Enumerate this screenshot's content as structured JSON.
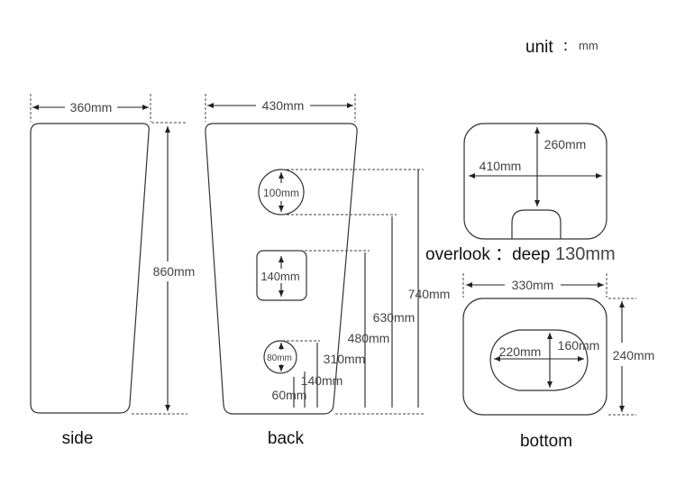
{
  "header": {
    "unit_label": "unit",
    "unit_sep": "：",
    "unit_value": "mm"
  },
  "side_view": {
    "caption": "side",
    "width": "360mm",
    "height": "860mm"
  },
  "back_view": {
    "caption": "back",
    "width": "430mm",
    "hole_top": "100mm",
    "hole_mid": "140mm",
    "hole_low": "80mm",
    "offset_low": "140mm",
    "offset_bottom": "60mm",
    "height_310": "310mm",
    "height_480": "480mm",
    "height_630": "630mm",
    "height_740": "740mm"
  },
  "overlook_view": {
    "length": "410mm",
    "depth_dim": "260mm",
    "label": "overlook ：deep",
    "deep_value": "130mm"
  },
  "bottom_view": {
    "caption": "bottom",
    "width": "330mm",
    "height": "240mm",
    "hole_width": "220mm",
    "hole_height": "160mm"
  }
}
